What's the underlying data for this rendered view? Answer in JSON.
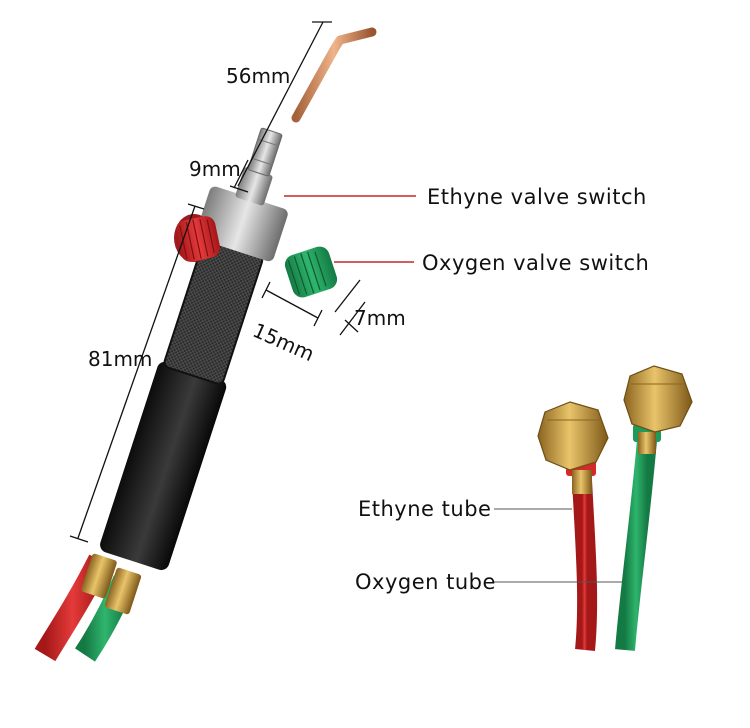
{
  "dimensions": {
    "tip_length": "56mm",
    "nut_length": "9mm",
    "handle_length": "81mm",
    "valve_length": "15mm",
    "valve_diameter": "7mm"
  },
  "callouts": {
    "ethyne_valve": "Ethyne valve switch",
    "oxygen_valve": "Oxygen valve switch",
    "ethyne_tube": "Ethyne tube",
    "oxygen_tube": "Oxygen tube"
  },
  "colors": {
    "ethyne": "#d42a2a",
    "oxygen": "#1f9a5a",
    "brass": "#c99a3a",
    "callout_line_valve": "#c0282a",
    "callout_line_tube": "#555555"
  }
}
